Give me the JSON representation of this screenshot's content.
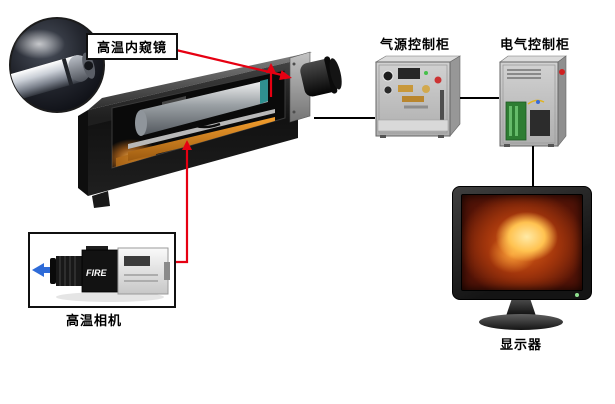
{
  "diagram": {
    "labels": {
      "endoscope": "高温内窥镜",
      "air_cabinet": "气源控制柜",
      "electric_cabinet": "电气控制柜",
      "camera": "高温相机",
      "monitor": "显示器"
    },
    "camera_brand": "FIRE",
    "colors": {
      "callout_red": "#e60012",
      "connection_line": "#000000",
      "direction_arrow_blue": "#2e6bd8",
      "background": "#ffffff"
    }
  }
}
